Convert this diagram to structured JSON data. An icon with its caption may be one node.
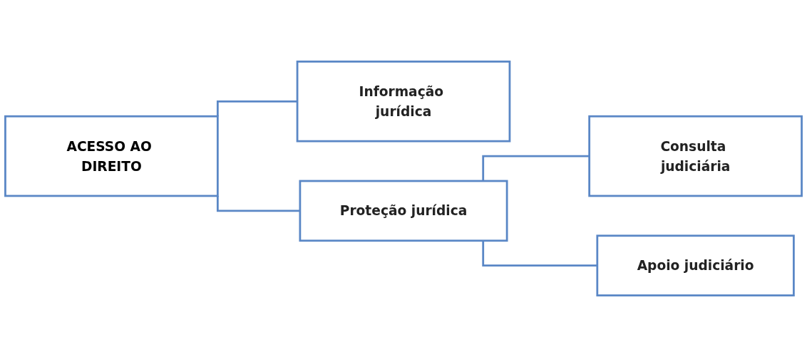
{
  "diagram": {
    "nodes": [
      {
        "text": [
          "ACESSO AO DIREITO"
        ]
      },
      {
        "text": [
          "Informação jurídica"
        ]
      },
      {
        "text": [
          "Proteção jurídica"
        ]
      },
      {
        "text": [
          "Consulta judiciária"
        ]
      },
      {
        "text": [
          "Apoio judiciário"
        ]
      }
    ],
    "edges": [
      {
        "from": 0,
        "to": 1,
        "arrow": "none"
      },
      {
        "from": 0,
        "to": 2,
        "arrow": "none"
      },
      {
        "from": 2,
        "to": 3,
        "arrow": "none"
      },
      {
        "from": 2,
        "to": 4,
        "arrow": "none"
      }
    ]
  }
}
